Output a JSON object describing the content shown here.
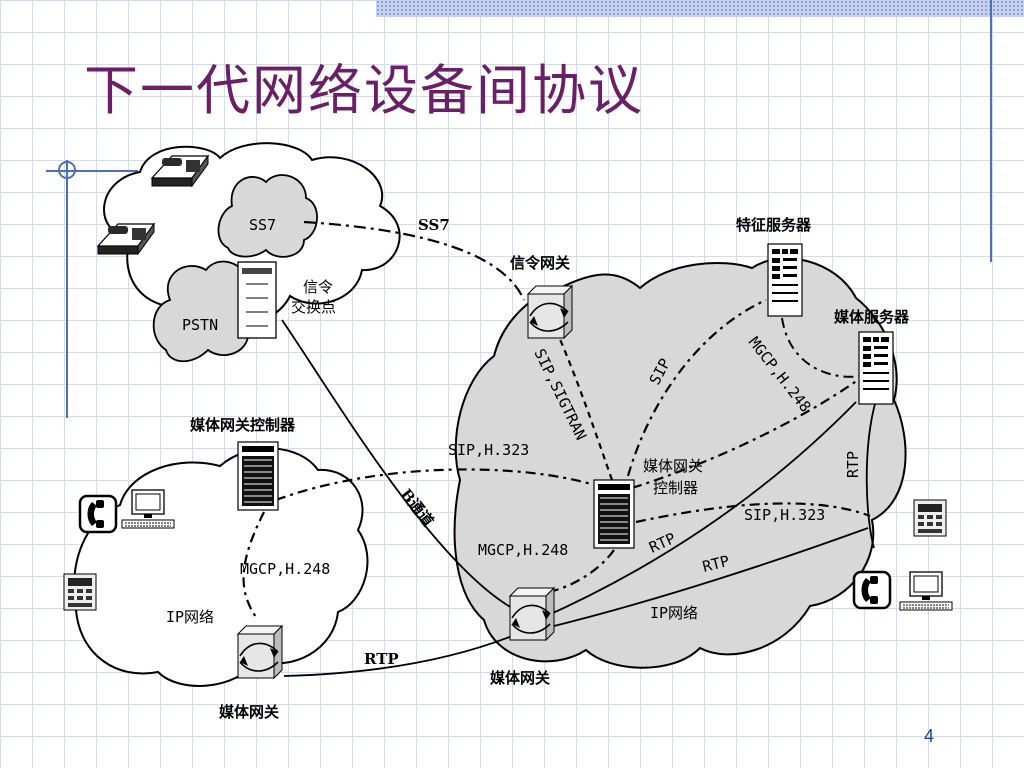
{
  "slide": {
    "title": "下一代网络设备间协议",
    "page_number": "4"
  },
  "labels": {
    "ss7_cloud": "SS7",
    "pstn_cloud": "PSTN",
    "stp_line1": "信令",
    "stp_line2": "交换点",
    "ss7_link": "SS7",
    "signaling_gateway": "信令网关",
    "feature_server": "特征服务器",
    "media_server": "媒体服务器",
    "mgc_left": "媒体网关控制器",
    "mgc_center_line1": "媒体网关",
    "mgc_center_line2": "控制器",
    "sip_sigtran": "SIP,SIGTRAN",
    "sip_upper": "SIP",
    "mgcp_h248_right": "MGCP,H.248",
    "sip_h323_center": "SIP,H.323",
    "sip_h323_right": "SIP,H.323",
    "rtp_right": "RTP",
    "b_channel": "B通道",
    "mgcp_h248_center": "MGCP,H.248",
    "rtp_center_1": "RTP",
    "rtp_center_2": "RTP",
    "mgcp_h248_left": "MGCP,H.248",
    "ip_network_left": "IP网络",
    "ip_network_right": "IP网络",
    "rtp_bottom": "RTP",
    "media_gateway_center": "媒体网关",
    "media_gateway_left": "媒体网关"
  }
}
